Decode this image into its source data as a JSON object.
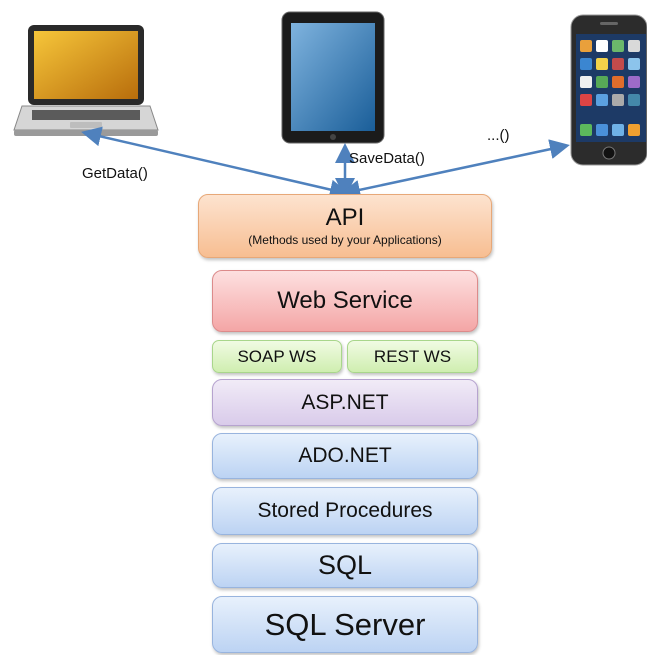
{
  "calls": {
    "get": "GetData()",
    "save": "SaveData()",
    "other": "...()"
  },
  "stack": {
    "api_title": "API",
    "api_subtitle": "(Methods used by your Applications)",
    "web_service": "Web Service",
    "soap": "SOAP WS",
    "rest": "REST WS",
    "aspnet": "ASP.NET",
    "adonet": "ADO.NET",
    "stored_procedures": "Stored Procedures",
    "sql": "SQL",
    "sql_server": "SQL Server"
  },
  "devices": [
    "laptop-icon",
    "tablet-icon",
    "smartphone-icon"
  ],
  "colors": {
    "arrow": "#4f81bd",
    "api": "#f7be92",
    "web_service": "#f4a6a6",
    "ws": "#cfeeb0",
    "aspnet": "#d9cbea",
    "data": "#bcd3f3"
  }
}
